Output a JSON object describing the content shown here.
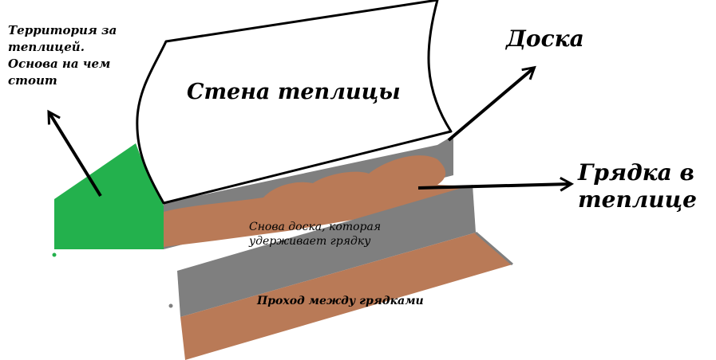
{
  "colors": {
    "ground": "#23b14d",
    "board": "#7f7f7f",
    "soil": "#b97a57",
    "outline": "#000000",
    "background": "#ffffff"
  },
  "labels": {
    "territory": [
      "Территория за",
      "теплицей.",
      "Основа на чем",
      "стоит"
    ],
    "greenhouse_wall": "Стена теплицы",
    "board": "Доска",
    "bed": [
      "Грядка в",
      "теплице"
    ],
    "retaining_board": [
      "Снова доска, которая",
      "удерживает грядку"
    ],
    "path": "Проход между грядками"
  }
}
